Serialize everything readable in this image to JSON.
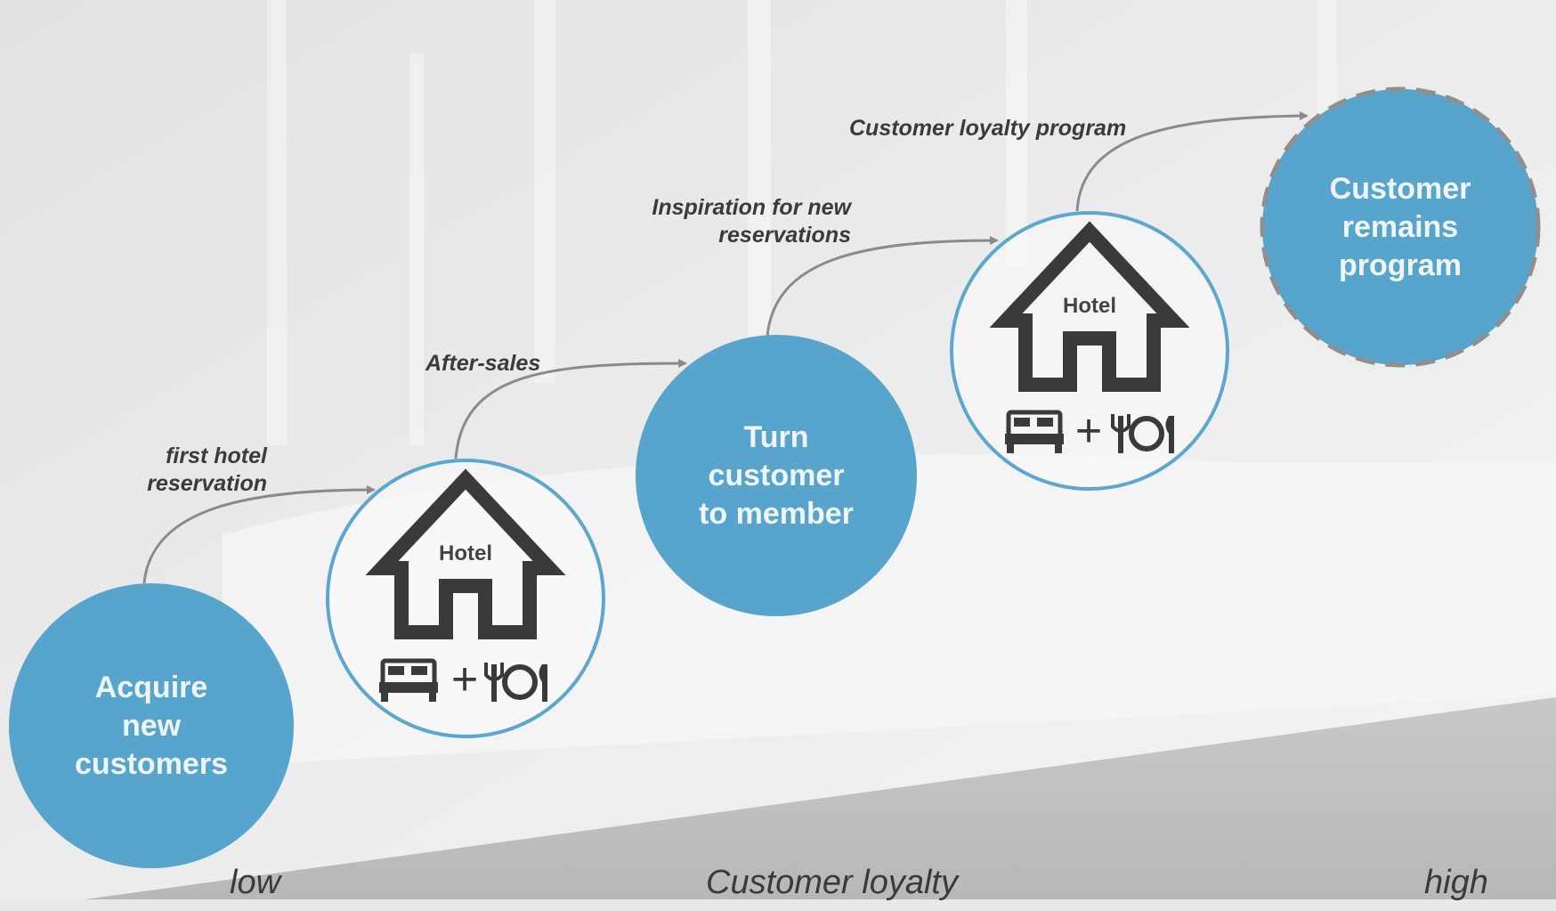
{
  "colors": {
    "circle_fill": "#57a5cc",
    "circle_text": "#eef6fb",
    "ring_stroke": "#5aa8cf",
    "icon_dark": "#3a3a3a",
    "arrow": "#8a8a8a",
    "label_text": "#3b3b3b"
  },
  "stages": [
    {
      "label": "Acquire\nnew\ncustomers"
    },
    {
      "icon": "hotel-house-icon",
      "hotel_text": "Hotel",
      "plus": "+"
    },
    {
      "label": "Turn\ncustomer\nto member"
    },
    {
      "icon": "hotel-house-icon",
      "hotel_text": "Hotel",
      "plus": "+"
    },
    {
      "label": "Customer\nremains\nprogram"
    }
  ],
  "transitions": [
    {
      "label": "first hotel\nreservation"
    },
    {
      "label": "After-sales"
    },
    {
      "label": "Inspiration for new\nreservations"
    },
    {
      "label": "Customer loyalty program"
    }
  ],
  "axis": {
    "low": "low",
    "title": "Customer loyalty",
    "high": "high"
  }
}
